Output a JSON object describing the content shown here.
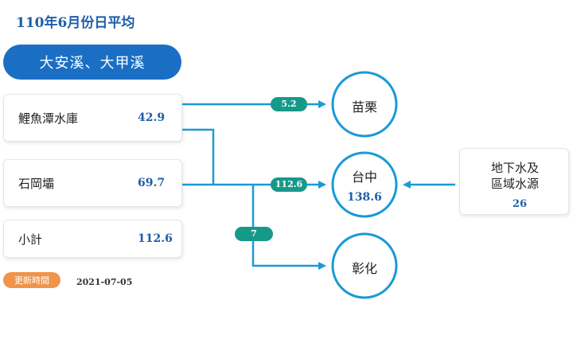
{
  "header": {
    "title": "110年6月份日平均"
  },
  "region": {
    "label": "大安溪、大甲溪"
  },
  "sources": [
    {
      "name": "鯉魚潭水庫",
      "value": "42.9"
    },
    {
      "name": "石岡壩",
      "value": "69.7"
    },
    {
      "name": "小計",
      "value": "112.6"
    }
  ],
  "update": {
    "badge": "更新時間",
    "date": "2021-07-05"
  },
  "flows": [
    {
      "to": "苗栗",
      "value": "5.2"
    },
    {
      "to": "台中",
      "value": "112.6"
    },
    {
      "to": "彰化",
      "value": "7"
    }
  ],
  "destinations": [
    {
      "name": "苗栗"
    },
    {
      "name": "台中",
      "total": "138.6"
    },
    {
      "name": "彰化"
    }
  ],
  "groundwater": {
    "line1": "地下水及",
    "line2": "區域水源",
    "value": "26"
  },
  "colors": {
    "line": "#1a9ad6",
    "pill": "#17998a",
    "accent": "#1a6fc4",
    "badge": "#f0944a"
  }
}
